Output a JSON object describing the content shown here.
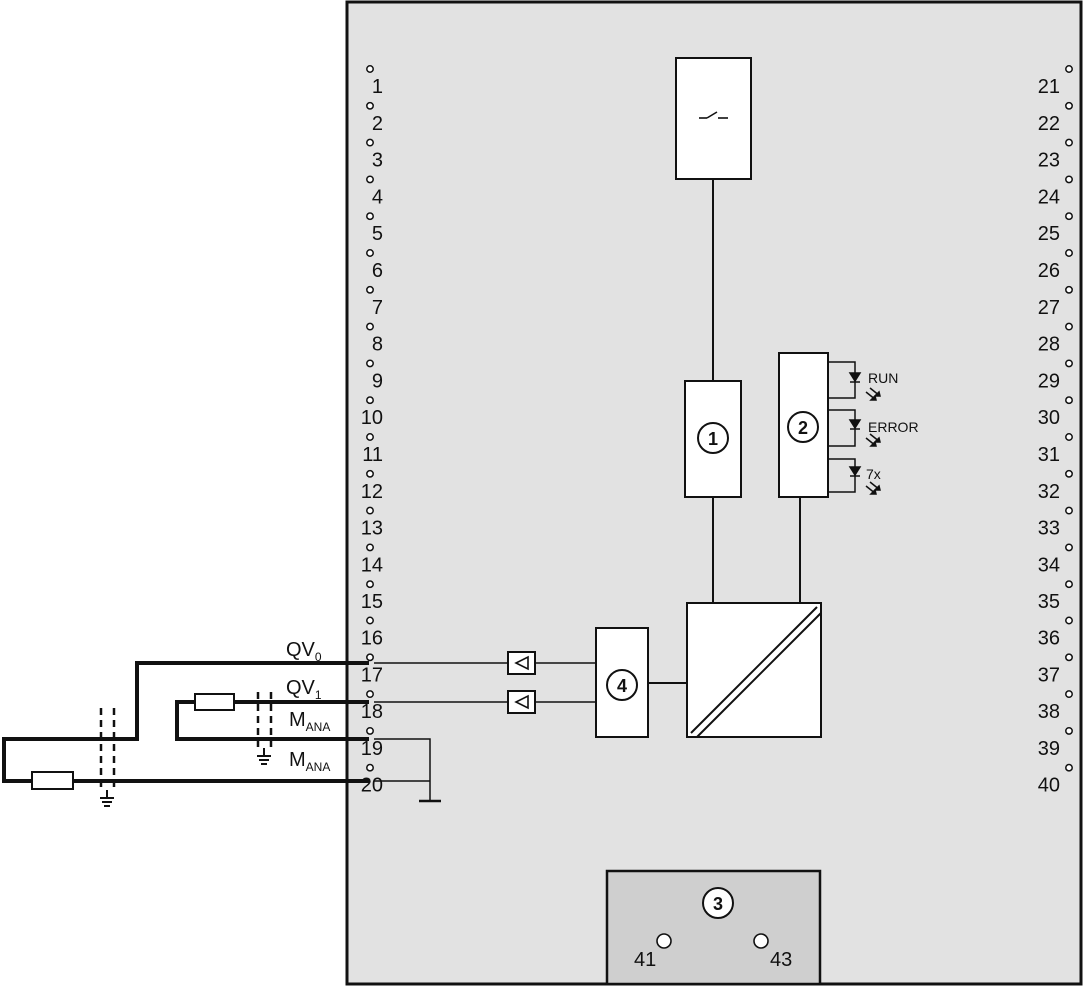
{
  "terminals_left": [
    "1",
    "2",
    "3",
    "4",
    "5",
    "6",
    "7",
    "8",
    "9",
    "10",
    "11",
    "12",
    "13",
    "14",
    "15",
    "16",
    "17",
    "18",
    "19",
    "20"
  ],
  "terminals_right": [
    "21",
    "22",
    "23",
    "24",
    "25",
    "26",
    "27",
    "28",
    "29",
    "30",
    "31",
    "32",
    "33",
    "34",
    "35",
    "36",
    "37",
    "38",
    "39",
    "40"
  ],
  "blocks": {
    "b1": "1",
    "b2": "2",
    "b3": "3",
    "b4": "4"
  },
  "leds": {
    "run": "RUN",
    "error": "ERROR",
    "seg": "7x"
  },
  "signals": {
    "qv0_main": "QV",
    "qv0_sub": "0",
    "qv1_main": "QV",
    "qv1_sub": "1",
    "mana1_main": "M",
    "mana1_sub": "ANA",
    "mana2_main": "M",
    "mana2_sub": "ANA"
  },
  "aux_terminals": {
    "t41": "41",
    "t43": "43"
  },
  "colors": {
    "module_bg": "#e2e2e2",
    "subpanel_bg": "#cfcfcf",
    "line": "#111111",
    "box_fill": "#ffffff"
  }
}
